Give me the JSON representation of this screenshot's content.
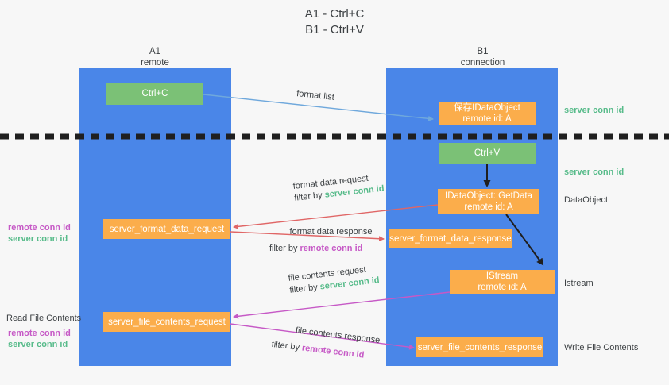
{
  "title": {
    "line1": "A1 - Ctrl+C",
    "line2": "B1 - Ctrl+V"
  },
  "colors": {
    "lane": "#4a86e8",
    "green_box": "#7bc176",
    "orange_box": "#fbad4b",
    "server_conn_id": "#57bb8a",
    "remote_conn_id": "#c659c6",
    "format_list_arrow": "#6fa8dc",
    "format_data_arrow": "#e06666",
    "file_contents_arrow": "#c659c6",
    "divider": "#1f1f1f",
    "background": "#f7f7f7"
  },
  "columns": [
    {
      "name": "A1",
      "sub": "remote"
    },
    {
      "name": "B1",
      "sub": "connection"
    }
  ],
  "nodes": {
    "ctrl_c": "Ctrl+C",
    "ctrl_v": "Ctrl+V",
    "save_idataobject_line1": "保存IDataObject",
    "save_idataobject_line2": "remote id: A",
    "getdata_line1": "IDataObject::GetData",
    "getdata_line2": "remote id: A",
    "istream_line1": "IStream",
    "istream_line2": "remote id: A",
    "server_format_data_request": "server_format_data_request",
    "server_format_data_response": "server_format_data_response",
    "server_file_contents_request": "server_file_contents_request",
    "server_file_contents_response": "server_file_contents_response"
  },
  "edges": {
    "format_list": "format list",
    "format_data_request": "format data request",
    "format_data_request_filter_prefix": "filter by ",
    "format_data_request_filter_value": "server conn id",
    "format_data_response": "format data response",
    "format_data_response_filter_prefix": "filter by ",
    "format_data_response_filter_value": "remote conn id",
    "file_contents_request": "file contents request",
    "file_contents_request_filter_prefix": "filter by ",
    "file_contents_request_filter_value": "server conn id",
    "file_contents_response": "file contents response",
    "file_contents_response_filter_prefix": "filter by ",
    "file_contents_response_filter_value": "remote conn id"
  },
  "right_notes": {
    "server_conn_id_top": "server conn id",
    "server_conn_id_mid": "server conn id",
    "dataobject": "DataObject",
    "istream": "Istream",
    "write_file_contents": "Write File Contents"
  },
  "left_notes": {
    "remote_conn_id_upper": "remote conn id",
    "server_conn_id_upper": "server conn id",
    "read_file_contents": "Read File Contents",
    "remote_conn_id_lower": "remote conn id",
    "server_conn_id_lower": "server conn id"
  }
}
